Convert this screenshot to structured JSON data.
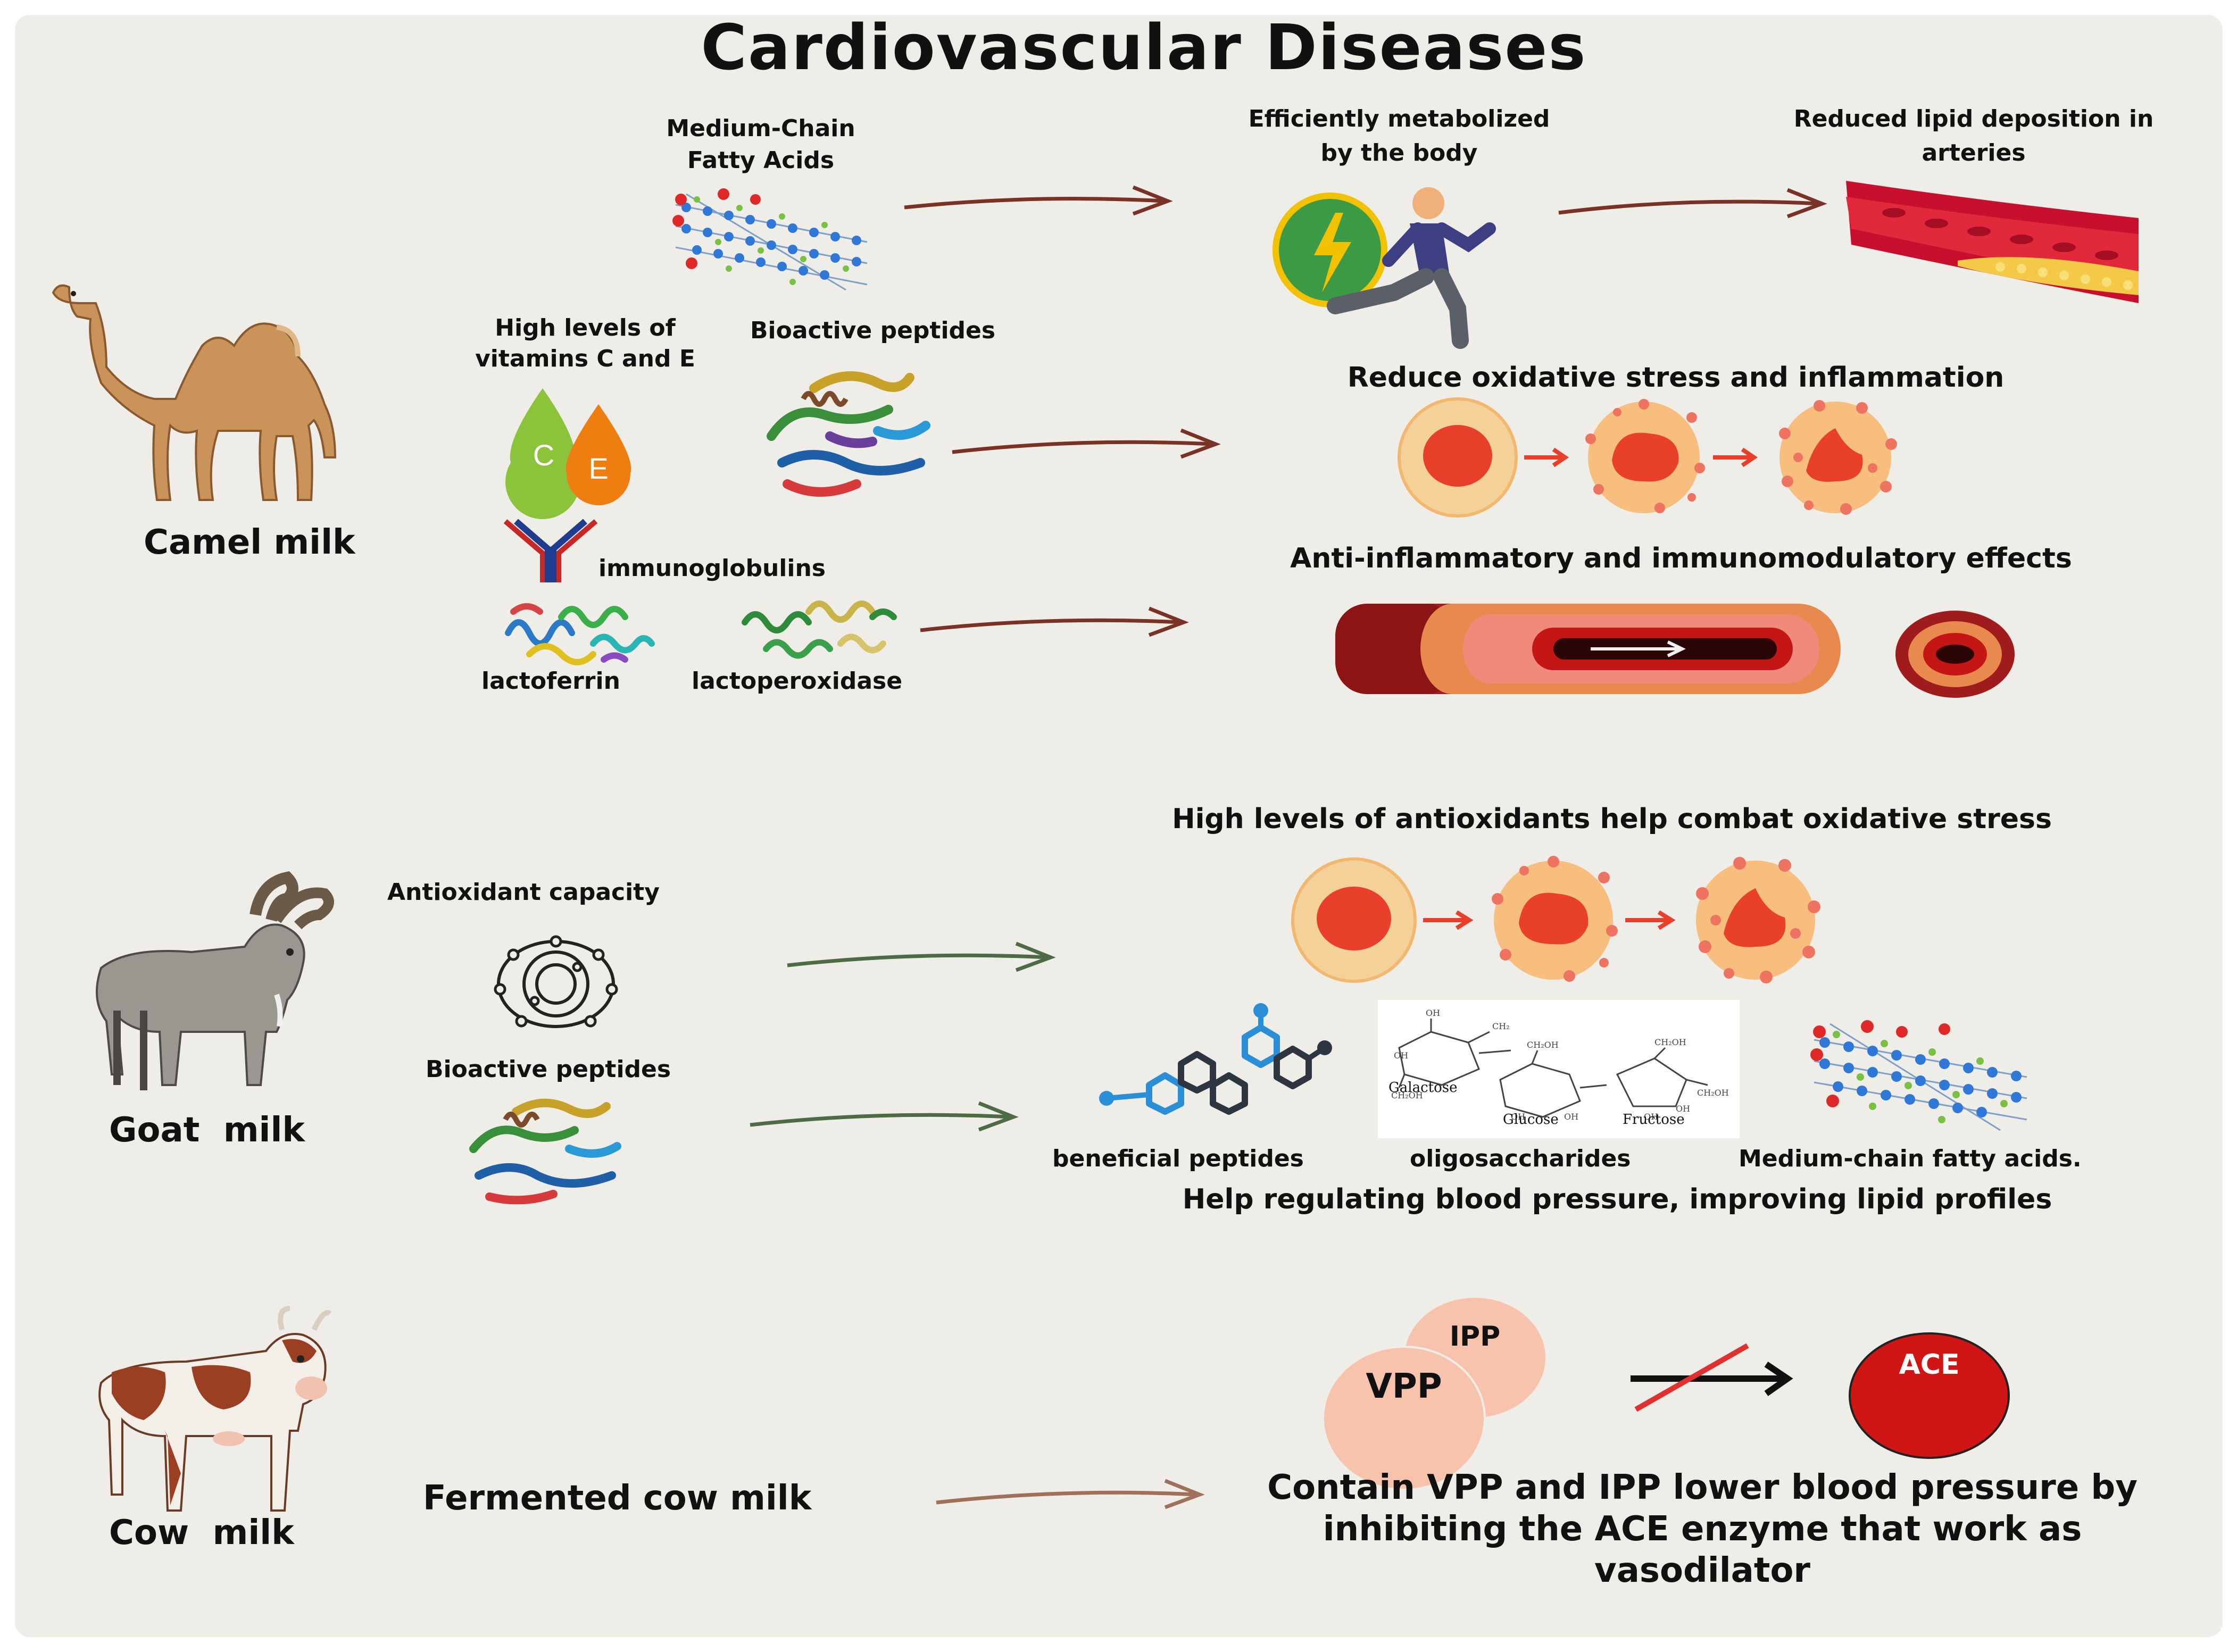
{
  "title": "Cardiovascular Diseases",
  "camel": {
    "label": "Camel milk",
    "mcfa_line1": "Medium-Chain",
    "mcfa_line2": "Fatty Acids",
    "vitamins_line1": "High levels of",
    "vitamins_line2": "vitamins C and E",
    "vitamin_c_letter": "C",
    "vitamin_e_letter": "E",
    "bioactive_peptides": "Bioactive peptides",
    "immunoglobulins": "immunoglobulins",
    "lactoferrin": "lactoferrin",
    "lactoperoxidase": "lactoperoxidase",
    "metabolized_line1": "Efficiently metabolized",
    "metabolized_line2": "by the body",
    "lipid_line1": "Reduced lipid deposition in",
    "lipid_line2": "arteries",
    "oxidative": "Reduce oxidative stress and inflammation",
    "anti_inflammatory": "Anti-inflammatory and immunomodulatory effects"
  },
  "goat": {
    "label": "Goat  milk",
    "antioxidant_capacity": "Antioxidant capacity",
    "bioactive_peptides": "Bioactive peptides",
    "antioxidants_effect": "High levels of antioxidants help combat oxidative stress",
    "beneficial_peptides": "beneficial peptides",
    "oligosaccharides": "oligosaccharides",
    "mcfa": "Medium-chain fatty acids.",
    "sugars": [
      "Galactose",
      "Glucose",
      "Fructose"
    ],
    "regulating": "Help regulating blood pressure, improving lipid profiles"
  },
  "cow": {
    "label": "Cow  milk",
    "fermented": "Fermented cow milk",
    "ipp": "IPP",
    "vpp": "VPP",
    "ace": "ACE",
    "effect_line1": "Contain VPP and IPP lower blood pressure by",
    "effect_line2": "inhibiting the ACE enzyme that work as",
    "effect_line3": "vasodilator"
  },
  "colors": {
    "background": "#efede8",
    "arrow_brown": "#7a3226",
    "arrow_green": "#4f6b46",
    "arrow_tan": "#a0705a",
    "cell_red": "#e8402a",
    "ace_red": "#d01515",
    "peptide_pink": "#f7c3ad"
  }
}
